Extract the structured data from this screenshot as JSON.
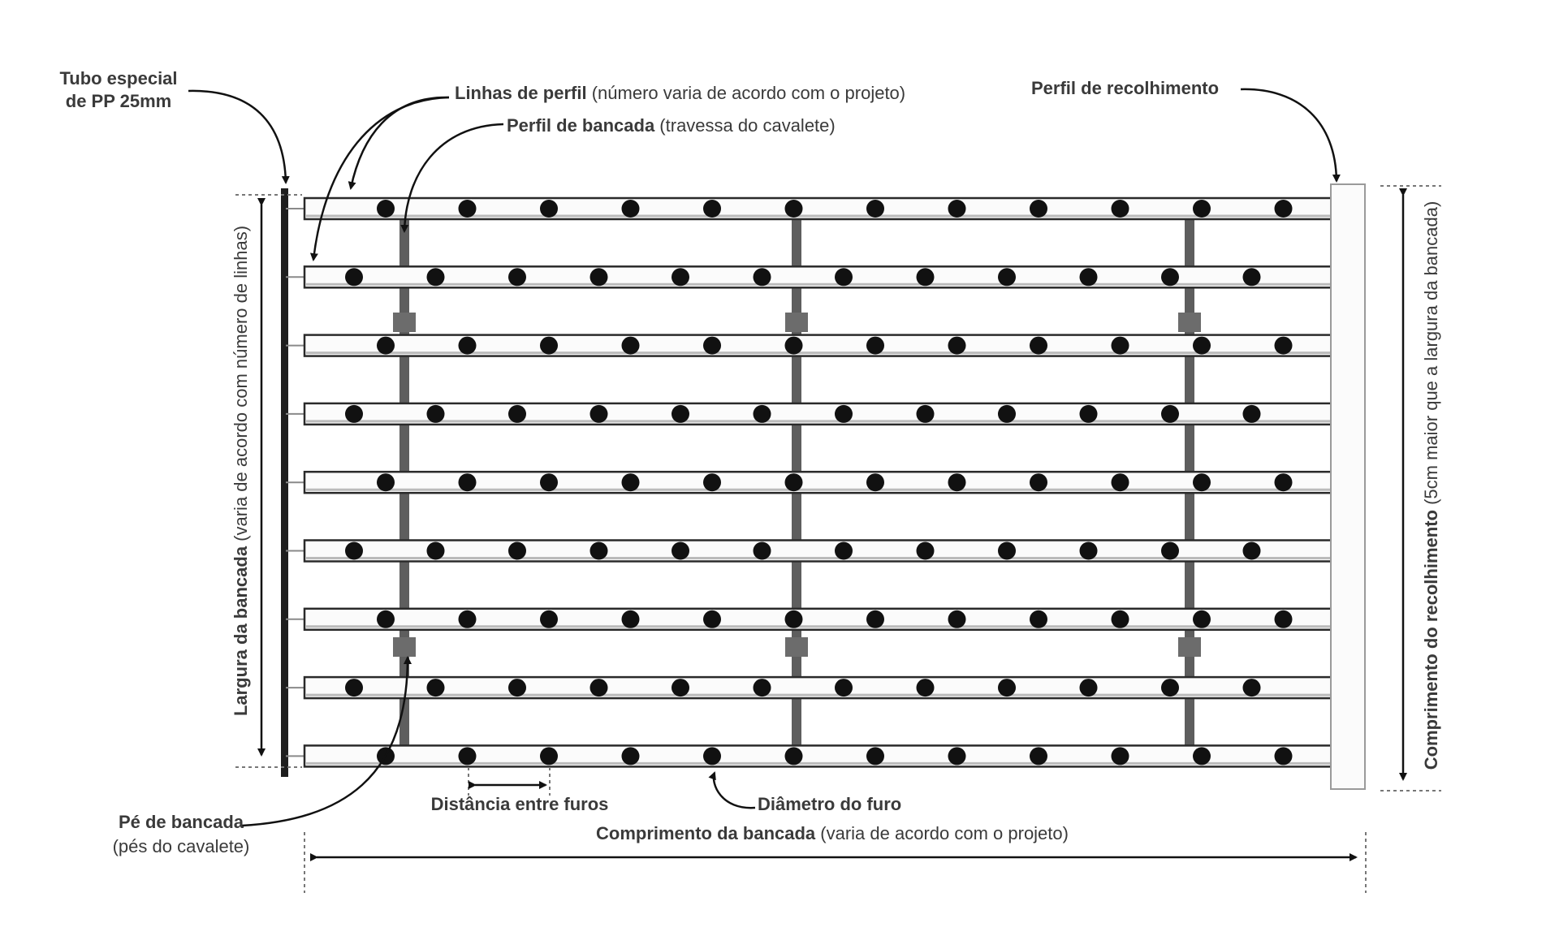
{
  "labels": {
    "tubo_line1": "Tubo especial",
    "tubo_line2": "de PP 25mm",
    "linhas_bold": "Linhas de perfil",
    "linhas_note": " (número varia de acordo com o projeto)",
    "bancada_bold": "Perfil de bancada",
    "bancada_note": " (travessa do cavalete)",
    "recolhimento": "Perfil de recolhimento",
    "largura_bold": "Largura da bancada",
    "largura_note": " (varia de acordo com número de linhas)",
    "comp_recolh_bold": "Comprimento do recolhimento",
    "comp_recolh_note": " (5cm maior que a largura da bancada)",
    "pe_bold": "Pé de bancada",
    "pe_note": "(pés do cavalete)",
    "distancia": "Distância entre furos",
    "diametro": "Diâmetro do furo",
    "comp_bancada_bold": "Comprimento da bancada",
    "comp_bancada_note": " (varia de acordo com o projeto)"
  },
  "diagram": {
    "profile_rows": 9,
    "holes_per_row": 12,
    "stand_columns": 3
  }
}
